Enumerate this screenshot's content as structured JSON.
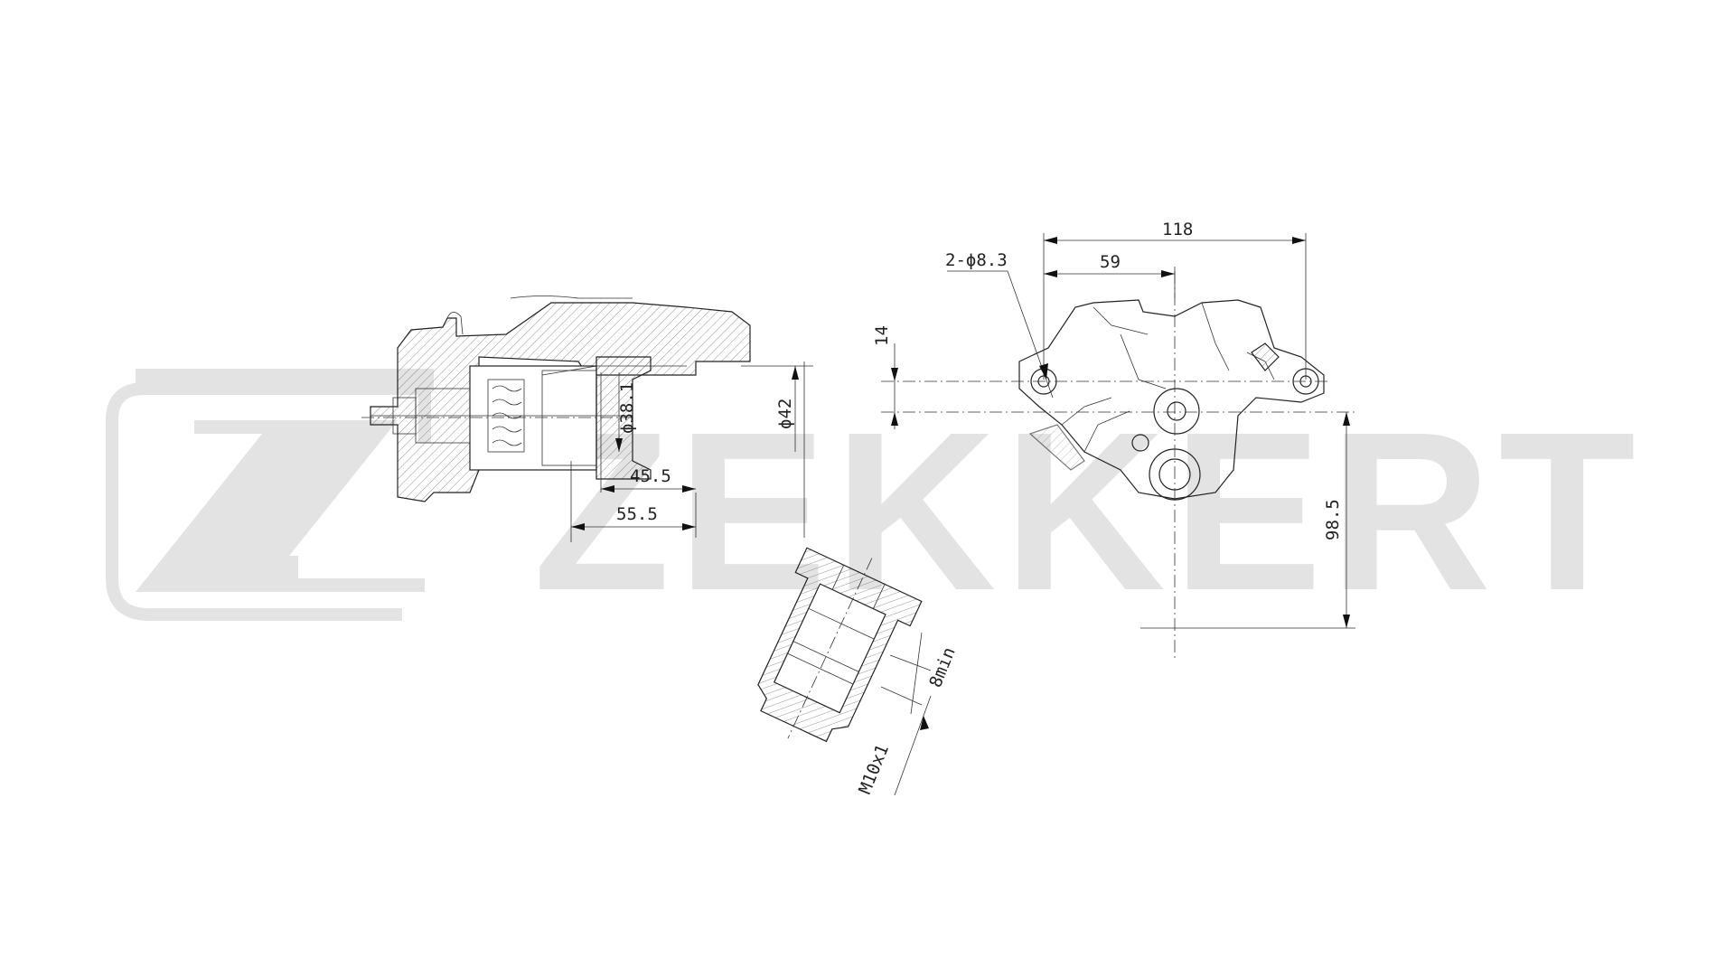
{
  "watermark": {
    "brand": "ZEKKERT",
    "logo_letter": "Z"
  },
  "dimensions": {
    "bore_inner": "ϕ38.1",
    "bore_outer": "ϕ42",
    "depth_short": "45.5",
    "depth_long": "55.5",
    "mount_holes": "2-ϕ8.3",
    "width_total": "118",
    "width_half": "59",
    "offset_vertical": "14",
    "height_total": "98.5",
    "bleed_min": "8min",
    "thread": "M10x1"
  },
  "colors": {
    "watermark": "#e3e3e3",
    "lines": "#222222"
  }
}
